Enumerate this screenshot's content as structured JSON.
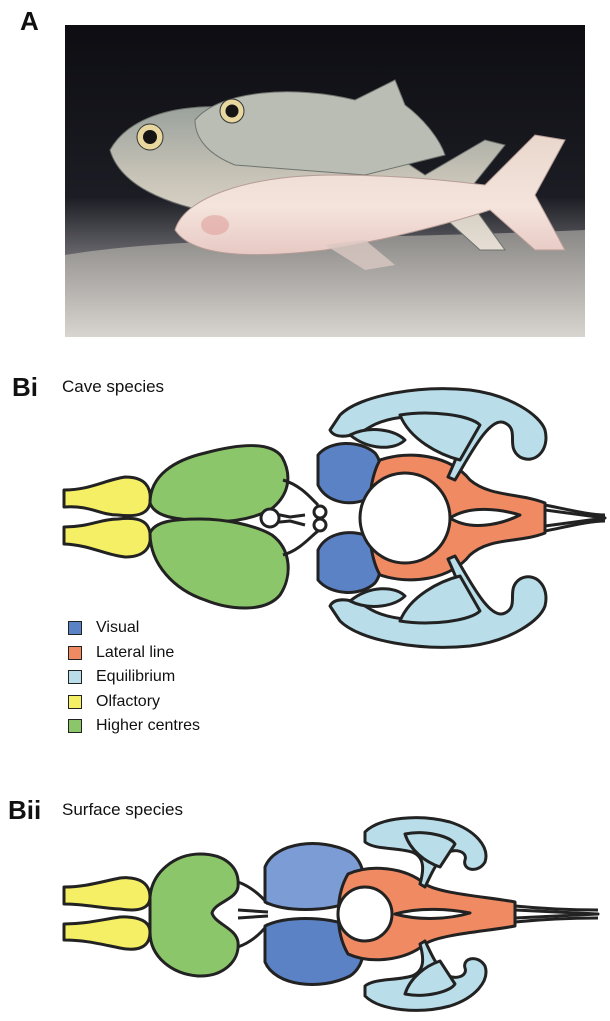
{
  "panels": {
    "a": {
      "letter": "A"
    },
    "bi": {
      "letter": "Bi",
      "title": "Cave species"
    },
    "bii": {
      "letter": "Bii",
      "title": "Surface species"
    }
  },
  "legend": [
    {
      "label": "Visual",
      "color": "#5b82c4"
    },
    {
      "label": "Lateral line",
      "color": "#f08a62"
    },
    {
      "label": "Equilibrium",
      "color": "#b9deea"
    },
    {
      "label": "Olfactory",
      "color": "#f5ef66"
    },
    {
      "label": "Higher centres",
      "color": "#8cc66a"
    }
  ],
  "colors": {
    "visual": "#5b82c4",
    "visual_surface": "#7b9cd4",
    "lateral_line": "#f08a62",
    "equilibrium": "#b9deea",
    "olfactory": "#f5ef66",
    "higher_centres": "#8cc66a",
    "outline": "#222222"
  }
}
